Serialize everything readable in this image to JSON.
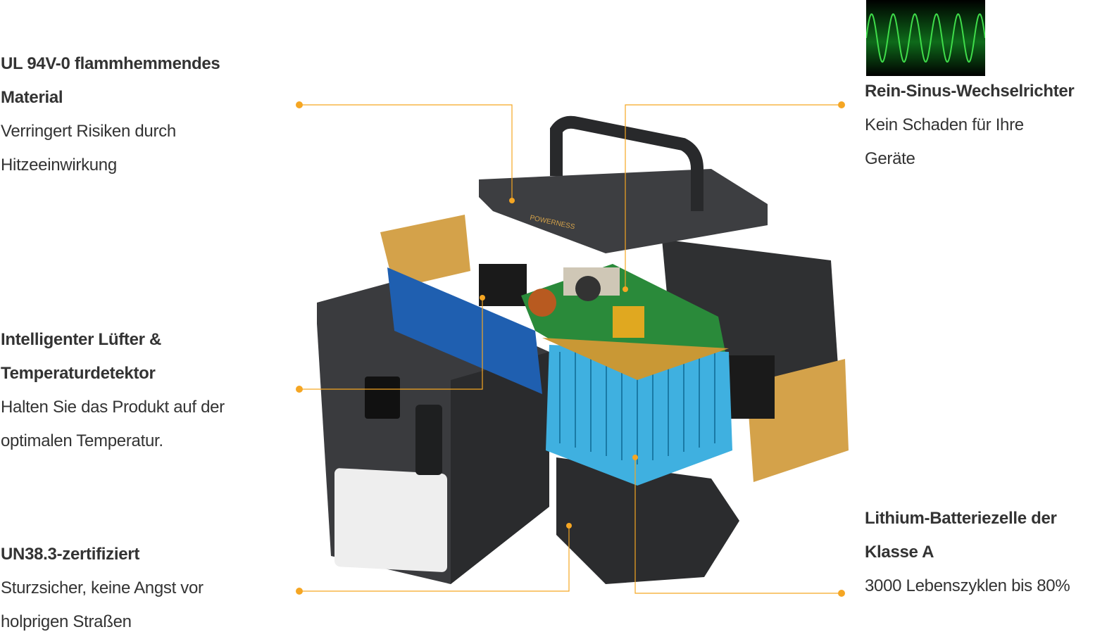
{
  "features": [
    {
      "title": "UL 94V-0 flammhemmendes Material",
      "title_lines": [
        "UL 94V-0 flammhemmendes",
        "Material"
      ],
      "desc_lines": [
        "Verringert Risiken durch",
        "Hitzeeinwirkung"
      ]
    },
    {
      "title_lines": [
        "Intelligenter Lüfter &",
        "Temperaturdetektor"
      ],
      "desc_lines": [
        "Halten Sie das Produkt auf der",
        "optimalen Temperatur."
      ]
    },
    {
      "title_lines": [
        "UN38.3-zertifiziert"
      ],
      "desc_lines": [
        "Sturzsicher, keine Angst vor",
        "holprigen Straßen"
      ]
    },
    {
      "title_lines": [
        "Rein-Sinus-Wechselrichter"
      ],
      "desc_lines": [
        "Kein Schaden für Ihre",
        "Geräte"
      ]
    },
    {
      "title_lines": [
        "Lithium-Batteriezelle der",
        "Klasse A"
      ],
      "desc_lines": [
        "3000 Lebenszyklen bis 80%"
      ]
    }
  ],
  "product": {
    "brand": "POWERNESS"
  },
  "icons": {
    "sine_wave": "sine-wave-oscilloscope-image"
  },
  "colors": {
    "accent": "#f5a623",
    "text": "#333333",
    "body": "#2e2f31",
    "panel": "#d4a24a",
    "cells": "#3fb0e0",
    "pcb": "#2a8a3a"
  }
}
